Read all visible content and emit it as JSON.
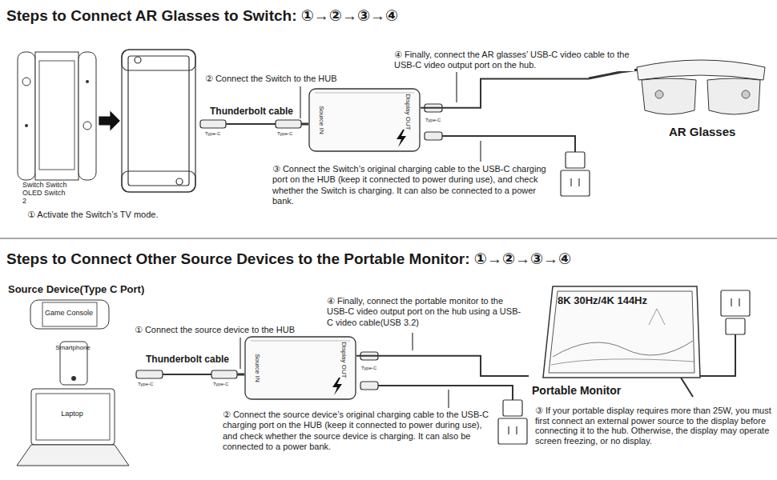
{
  "diagram": {
    "title": "Steps to Connect AR Glasses to Switch: ①→②→③→④",
    "nodes": [
      {
        "text": [
          "Switch Switch OLED Switch 2"
        ]
      },
      {
        "text": [
          "Source IN",
          "Display OUT"
        ]
      },
      {
        "text": [
          "AR Glasses"
        ]
      },
      {
        "text": [
          "Game Console"
        ]
      },
      {
        "text": [
          "Smartphone"
        ]
      },
      {
        "text": [
          "Laptop"
        ]
      },
      {
        "text": [
          "Source IN",
          "Display OUT"
        ]
      },
      {
        "text": [
          "8K 30Hz/4K 144Hz",
          "Portable Monitor"
        ]
      }
    ],
    "edges": [
      {
        "from": 1,
        "to": 2,
        "arrow": "none"
      },
      {
        "from": 6,
        "to": 7,
        "arrow": "none"
      }
    ],
    "labels": [
      "① Activate the Switch’s TV mode.",
      "② Connect the Switch to the HUB",
      "Thunderbolt cable",
      "Type-C",
      "Type-C",
      "Type-C",
      "③ Connect the Switch’s original charging cable to the USB-C charging port on the HUB (keep it connected to power during use), and check whether the Switch is charging. It can also be connected to a power bank.",
      "④ Finally, connect the AR glasses’ USB-C video cable to the USB-C video output port on the hub.",
      "Steps to Connect Other Source Devices to the Portable Monitor: ①→②→③→④",
      "Source Device(Type C Port)",
      "① Connect the source device to the HUB",
      "Thunderbolt cable",
      "Type-C",
      "Type-C",
      "Type-C",
      "④ Finally, connect the portable monitor to the USB-C video output port on the hub using a USB-C video cable(USB 3.2)",
      "② Connect the source device’s original charging cable to the USB-C charging port on the HUB (keep it connected to power during use), and check whether the source device is charging. It can also be connected to a power bank.",
      "③ If your portable display requires more than 25W, you must first connect an external power source to the display before connecting it to the hub. Otherwise, the display may operate screen freezing, or no display."
    ]
  }
}
